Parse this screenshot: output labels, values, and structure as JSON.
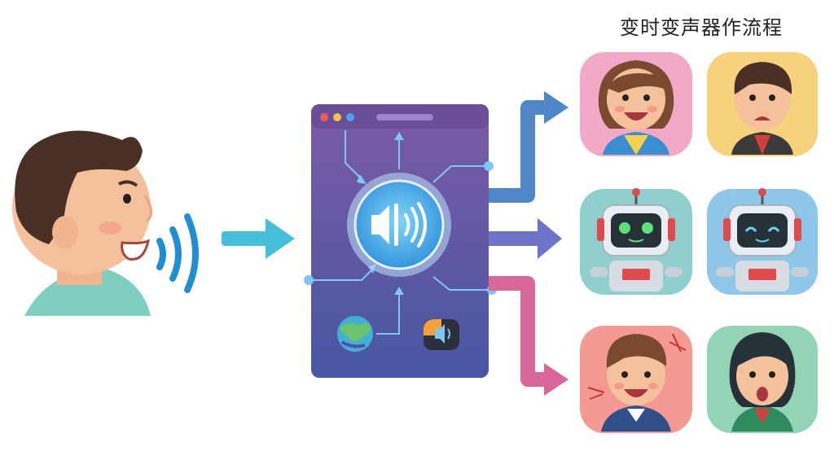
{
  "title": "变时变声器作流程",
  "colors": {
    "input_arrow": "#45c0d8",
    "wave": "#1f8fd0",
    "panel_top": "#7c5aa6",
    "panel_bottom": "#4757a3",
    "out_blue": "#4f86c8",
    "out_violet": "#6c73c8",
    "out_pink": "#d9679a"
  },
  "outputs": [
    {
      "name": "girl-voice",
      "tile": "#f2a9c8"
    },
    {
      "name": "boy-voice",
      "tile": "#f6d27c"
    },
    {
      "name": "robot-voice-a",
      "tile": "#8fd0cf"
    },
    {
      "name": "robot-voice-b",
      "tile": "#8fc7ea"
    },
    {
      "name": "young-voice",
      "tile": "#f49a92"
    },
    {
      "name": "woman-voice",
      "tile": "#93d4b6"
    }
  ]
}
